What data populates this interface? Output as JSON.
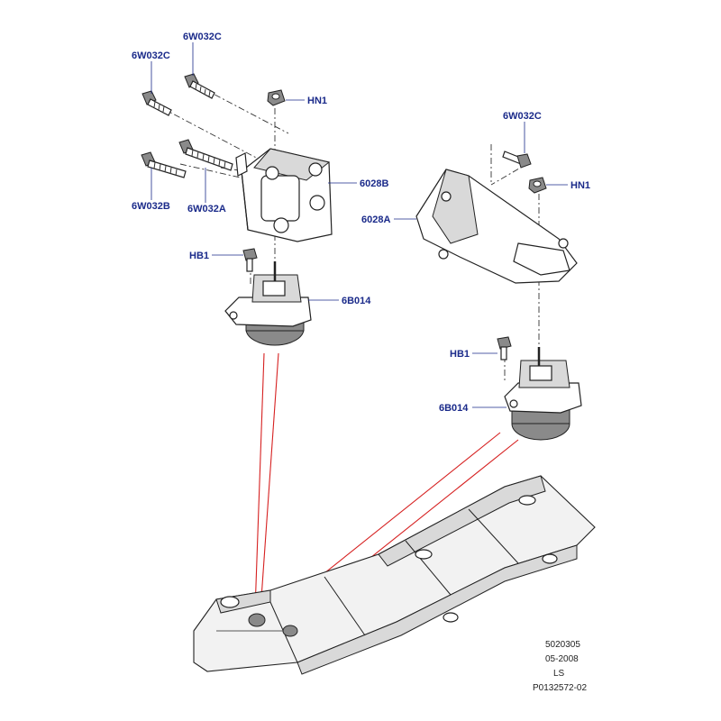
{
  "callouts": {
    "c1": "6W032C",
    "c2": "6W032C",
    "c3": "HN1",
    "c4": "6W032B",
    "c5": "6W032A",
    "c6": "6028B",
    "c7": "HB1",
    "c8": "6B014",
    "c9": "6W032C",
    "c10": "HN1",
    "c11": "6028A",
    "c12": "HB1",
    "c13": "6B014"
  },
  "footer": {
    "line1": "5020305",
    "line2": "05-2008",
    "line3": "LS",
    "line4": "P0132572-02"
  }
}
